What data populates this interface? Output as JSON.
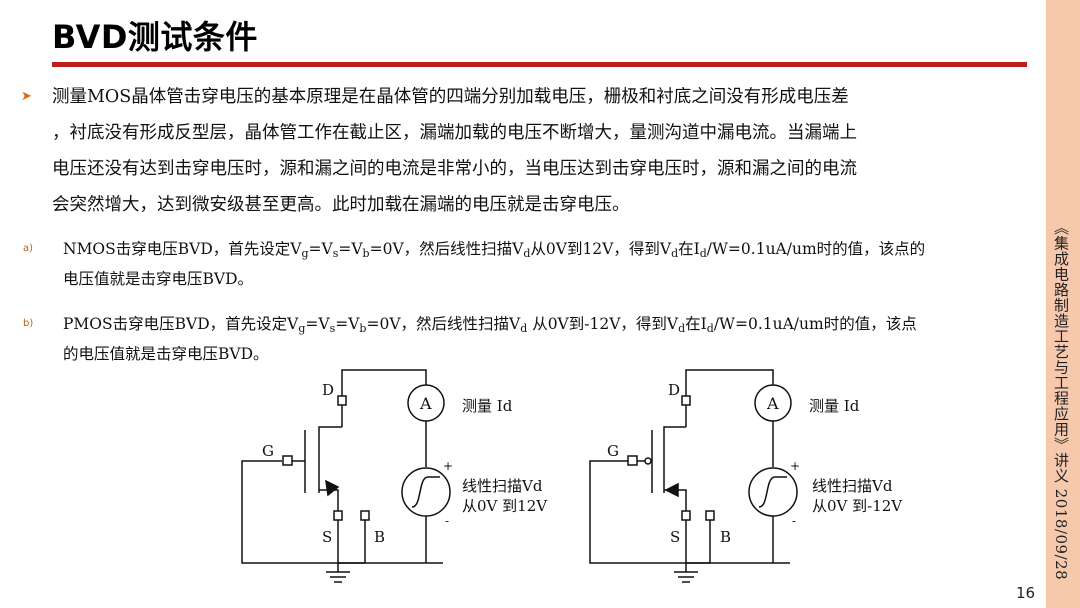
{
  "title": "BVD测试条件",
  "sidebar_text": "《集成电路制造工艺与工程应用》讲义  2018/09/28",
  "page_number": "16",
  "paragraph_lines": [
    "测量MOS晶体管击穿电压的基本原理是在晶体管的四端分别加载电压，栅极和衬底之间没有形成电压差",
    "，衬底没有形成反型层，晶体管工作在截止区，漏端加载的电压不断增大，量测沟道中漏电流。当漏端上",
    "电压还没有达到击穿电压时，源和漏之间的电流是非常小的，当电压达到击穿电压时，源和漏之间的电流",
    "会突然增大，达到微安级甚至更高。此时加载在漏端的电压就是击穿电压。"
  ],
  "item_a": {
    "marker": "a)",
    "p1": "NMOS击穿电压BVD，首先设定V",
    "s1": "g",
    "p2": "=V",
    "s2": "s",
    "p3": "=V",
    "s3": "b",
    "p4": "=0V，然后线性扫描V",
    "s4": "d",
    "p5": "从0V到12V，得到V",
    "s5": "d",
    "p6": "在I",
    "s6": "d",
    "p7": "/W=0.1uA/um时的值，该点的",
    "line2": "电压值就是击穿电压BVD。"
  },
  "item_b": {
    "marker": "b)",
    "p1": "PMOS击穿电压BVD，首先设定V",
    "s1": "g",
    "p2": "=V",
    "s2": "s",
    "p3": "=V",
    "s3": "b",
    "p4": "=0V，然后线性扫描V",
    "s4": "d",
    "p5": " 从0V到-12V，得到V",
    "s5": "d",
    "p6": "在I",
    "s6": "d",
    "p7": "/W=0.1uA/um时的值，该点",
    "line2": "的电压值就是击穿电压BVD。"
  },
  "nmos_circuit": {
    "drain_label": "D",
    "gate_label": "G",
    "source_label": "S",
    "bulk_label": "B",
    "ammeter_symbol": "A",
    "measure_label": "测量 Id",
    "plus_label": "+",
    "minus_label": "-",
    "sweep_label_1": "线性扫描Vd",
    "sweep_label_2": "从0V 到12V"
  },
  "pmos_circuit": {
    "drain_label": "D",
    "gate_label": "G",
    "source_label": "S",
    "bulk_label": "B",
    "ammeter_symbol": "A",
    "measure_label": "测量 Id",
    "plus_label": "+",
    "minus_label": "-",
    "sweep_label_1": "线性扫描Vd",
    "sweep_label_2": "从0V 到-12V"
  },
  "colors": {
    "title_rule": "#b9201f",
    "sidebar": "#f6c9ad",
    "bullet": "#d76c17"
  }
}
